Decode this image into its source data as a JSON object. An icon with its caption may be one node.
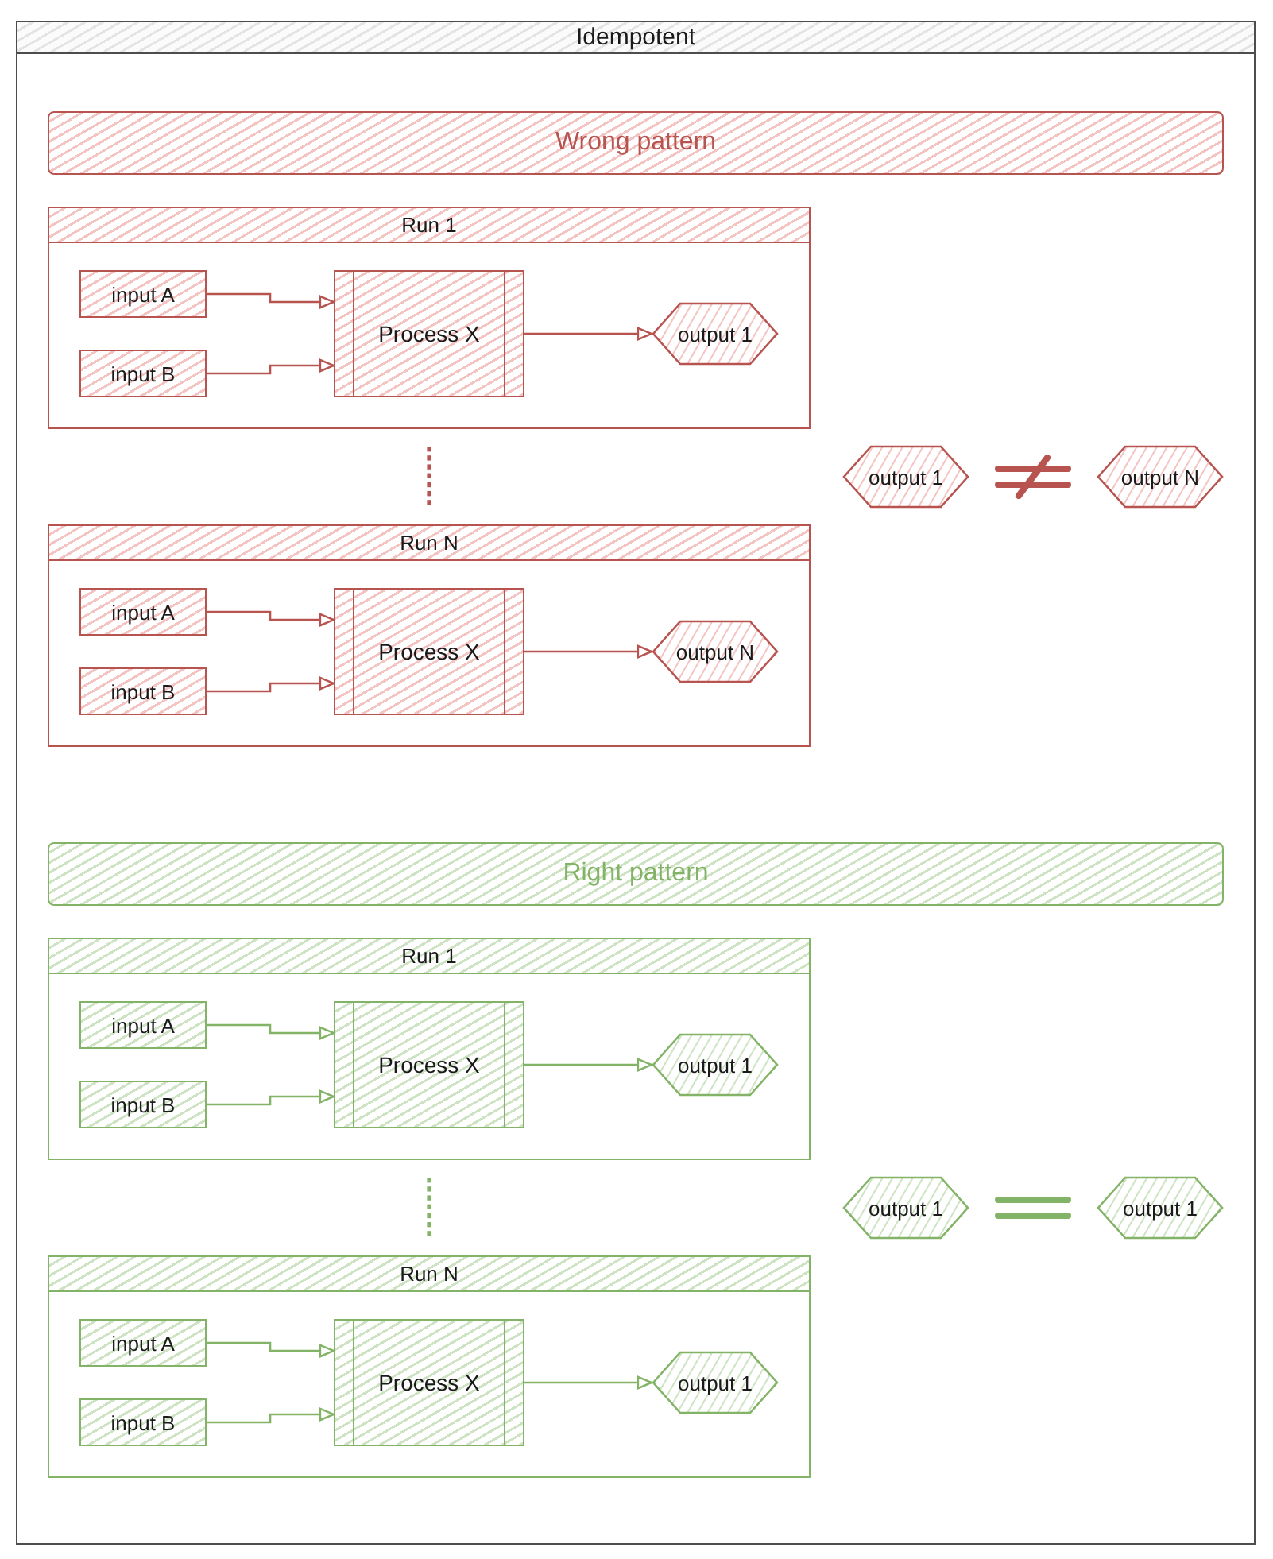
{
  "diagram": {
    "nodes": [
      {
        "text": [
          "Idempotent"
        ]
      },
      {
        "text": [
          "Wrong pattern"
        ],
        "in": 0
      },
      {
        "text": [
          "Run 1"
        ],
        "in": 0
      },
      {
        "text": [
          "input A"
        ],
        "in": 2
      },
      {
        "text": [
          "input B"
        ],
        "in": 2
      },
      {
        "text": [
          "Process X"
        ],
        "in": 2
      },
      {
        "text": [
          "output 1"
        ],
        "in": 2
      },
      {
        "text": [
          "Run N"
        ],
        "in": 0
      },
      {
        "text": [
          "input A"
        ],
        "in": 7
      },
      {
        "text": [
          "input B"
        ],
        "in": 7
      },
      {
        "text": [
          "Process X"
        ],
        "in": 7
      },
      {
        "text": [
          "output N"
        ],
        "in": 7
      },
      {
        "text": [
          "output 1"
        ],
        "in": 0
      },
      {
        "text": [
          "output N"
        ],
        "in": 0
      },
      {
        "text": [
          "Right pattern"
        ],
        "in": 0
      },
      {
        "text": [
          "Run 1"
        ],
        "in": 0
      },
      {
        "text": [
          "input A"
        ],
        "in": 15
      },
      {
        "text": [
          "input B"
        ],
        "in": 15
      },
      {
        "text": [
          "Process X"
        ],
        "in": 15
      },
      {
        "text": [
          "output 1"
        ],
        "in": 15
      },
      {
        "text": [
          "Run N"
        ],
        "in": 0
      },
      {
        "text": [
          "input A"
        ],
        "in": 20
      },
      {
        "text": [
          "input B"
        ],
        "in": 20
      },
      {
        "text": [
          "Process X"
        ],
        "in": 20
      },
      {
        "text": [
          "output 1"
        ],
        "in": 20
      },
      {
        "text": [
          "output 1"
        ],
        "in": 0
      },
      {
        "text": [
          "output 1"
        ],
        "in": 0
      }
    ],
    "edges": [
      {
        "from": 3,
        "to": 5,
        "arrow": "to",
        "color": "#b85450"
      },
      {
        "from": 4,
        "to": 5,
        "arrow": "to",
        "color": "#b85450"
      },
      {
        "from": 5,
        "to": 6,
        "arrow": "to",
        "color": "#b85450"
      },
      {
        "from": 8,
        "to": 10,
        "arrow": "to",
        "color": "#b85450"
      },
      {
        "from": 9,
        "to": 10,
        "arrow": "to",
        "color": "#b85450"
      },
      {
        "from": 10,
        "to": 11,
        "arrow": "to",
        "color": "#b85450"
      },
      {
        "from": 16,
        "to": 18,
        "arrow": "to",
        "color": "#82b366"
      },
      {
        "from": 17,
        "to": 18,
        "arrow": "to",
        "color": "#82b366"
      },
      {
        "from": 18,
        "to": 19,
        "arrow": "to",
        "color": "#82b366"
      },
      {
        "from": 21,
        "to": 23,
        "arrow": "to",
        "color": "#82b366"
      },
      {
        "from": 22,
        "to": 23,
        "arrow": "to",
        "color": "#82b366"
      },
      {
        "from": 23,
        "to": 24,
        "arrow": "to",
        "color": "#82b366"
      }
    ]
  }
}
